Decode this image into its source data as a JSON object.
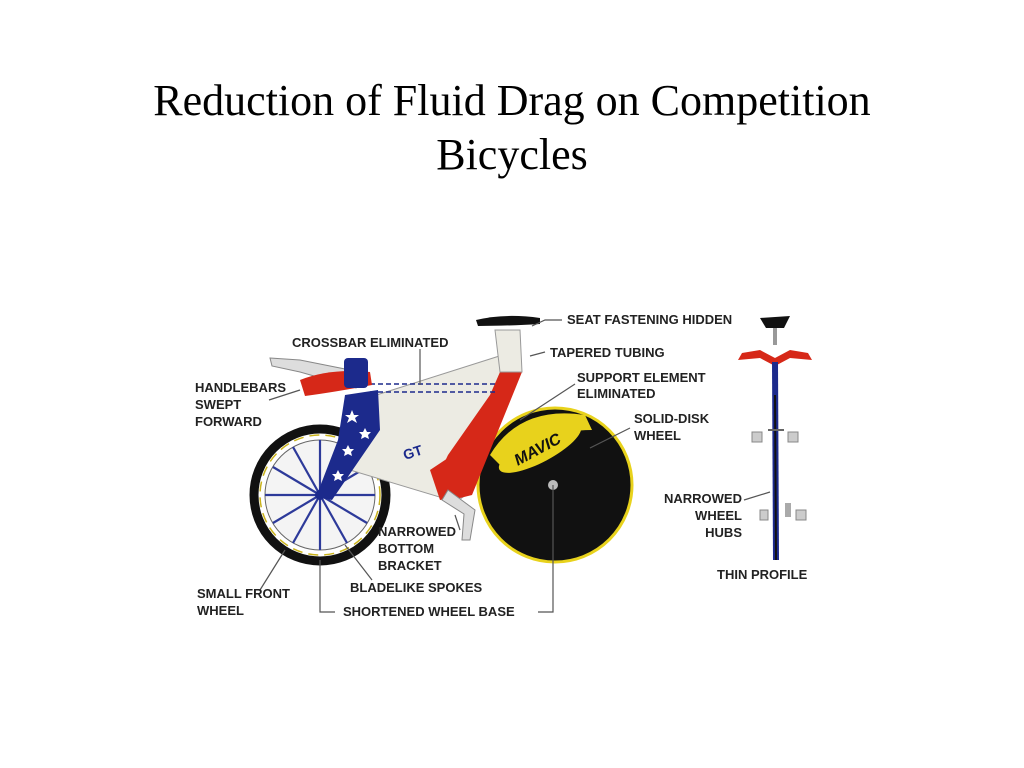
{
  "slide": {
    "title_line1": "Reduction of Fluid Drag on Competition",
    "title_line2": "Bicycles"
  },
  "diagram": {
    "labels": {
      "seat_fastening": "SEAT FASTENING HIDDEN",
      "crossbar": "CROSSBAR ELIMINATED",
      "tapered_tubing": "TAPERED TUBING",
      "support_element_1": "SUPPORT ELEMENT",
      "support_element_2": "ELIMINATED",
      "handlebars_1": "HANDLEBARS",
      "handlebars_2": "SWEPT",
      "handlebars_3": "FORWARD",
      "solid_disk_1": "SOLID-DISK",
      "solid_disk_2": "WHEEL",
      "narrowed_bracket_1": "NARROWED",
      "narrowed_bracket_2": "BOTTOM",
      "narrowed_bracket_3": "BRACKET",
      "narrowed_hubs_1": "NARROWED",
      "narrowed_hubs_2": "WHEEL",
      "narrowed_hubs_3": "HUBS",
      "bladelike_spokes": "BLADELIKE SPOKES",
      "small_front_1": "SMALL FRONT",
      "small_front_2": "WHEEL",
      "shortened_base": "SHORTENED WHEEL BASE",
      "thin_profile": "THIN PROFILE"
    },
    "decals": {
      "disk_brand": "MAVIC",
      "frame_brand": "GT"
    },
    "colors": {
      "frame_red": "#d62818",
      "frame_blue": "#1c2a8c",
      "frame_white": "#ecebe3",
      "disk_yellow": "#e8d21c",
      "tire_black": "#111111",
      "rim_yellow": "#c9b21a"
    }
  }
}
